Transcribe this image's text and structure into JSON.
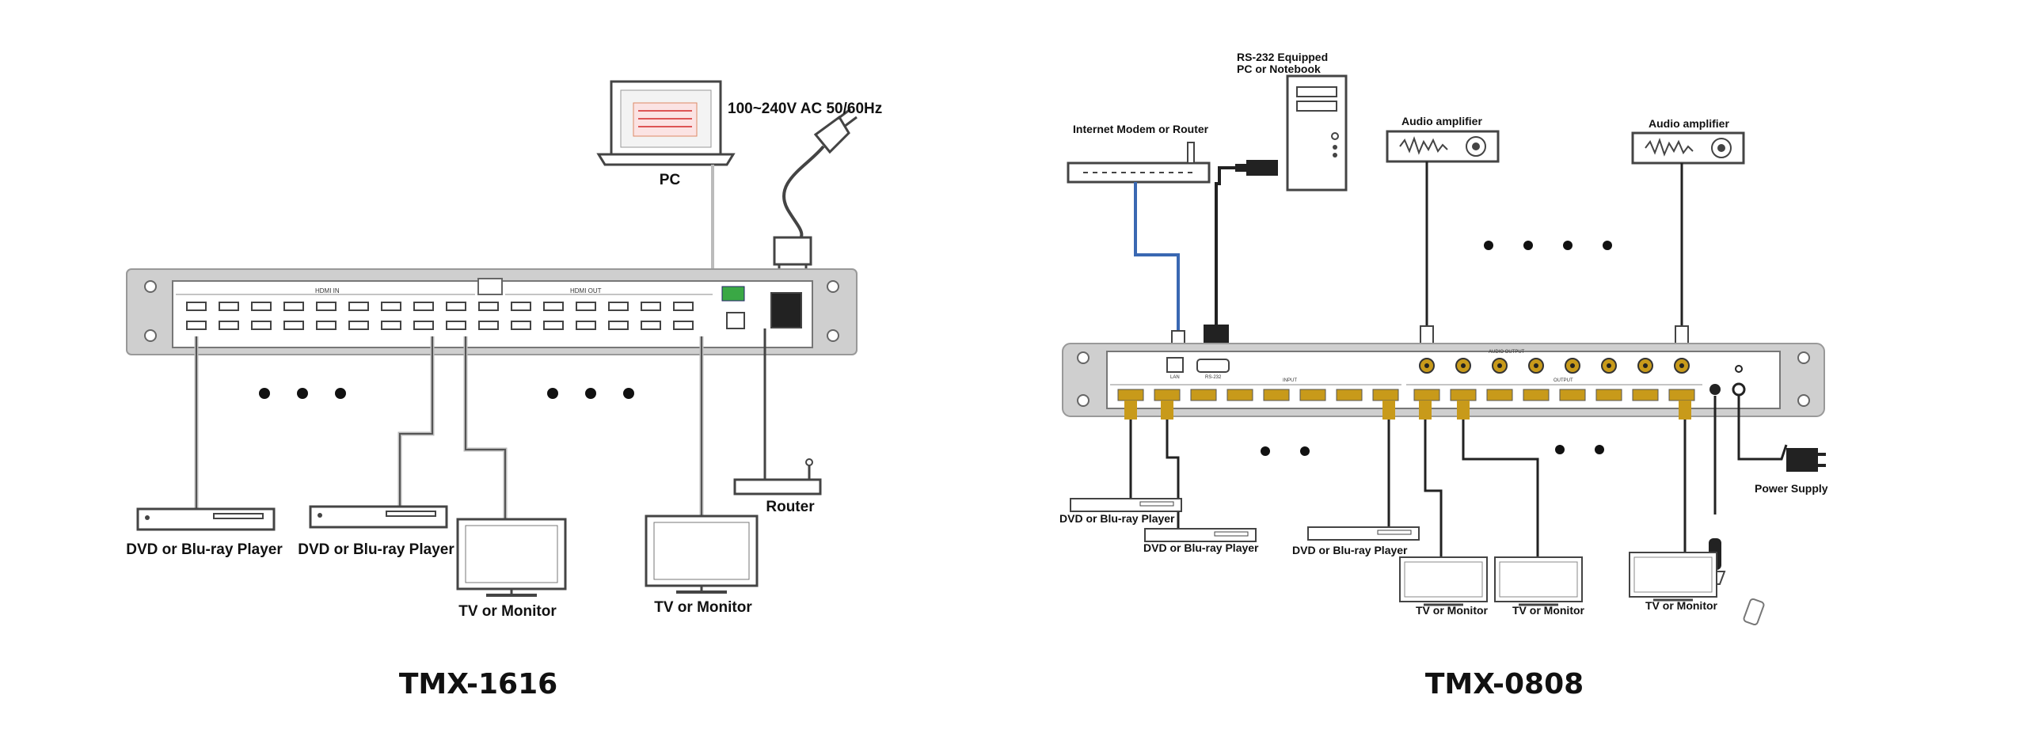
{
  "colors": {
    "cable": "#333333",
    "cable_light": "#bbbbbb",
    "network": "#3a68b2",
    "gold": "#c89a1a",
    "panel": "#cfcfcf"
  },
  "left": {
    "caption": "TMX-1616",
    "labels": {
      "pc": "PC",
      "power": "100~240V AC 50/60Hz",
      "router": "Router",
      "dvd1": "DVD or Blu-ray Player",
      "dvd2": "DVD or Blu-ray Player",
      "tv1": "TV or Monitor",
      "tv2": "TV or Monitor",
      "hdmi_in": "HDMI IN",
      "hdmi_out": "HDMI OUT"
    }
  },
  "right": {
    "caption": "TMX-0808",
    "labels": {
      "rs232": "RS-232 Equipped",
      "rs232_line2": "PC or Notebook",
      "modem": "Internet Modem or Router",
      "amp1": "Audio amplifier",
      "amp2": "Audio amplifier",
      "dvd1": "DVD or Blu-ray Player",
      "dvd2": "DVD or Blu-ray Player",
      "dvd3": "DVD or Blu-ray Player",
      "tv1": "TV or Monitor",
      "tv2": "TV or Monitor",
      "tv3": "TV or Monitor",
      "power": "Power Supply",
      "input": "INPUT",
      "output": "OUTPUT",
      "audio_output": "AUDIO OUTPUT",
      "lan": "LAN",
      "rs232_port": "RS-232"
    }
  }
}
